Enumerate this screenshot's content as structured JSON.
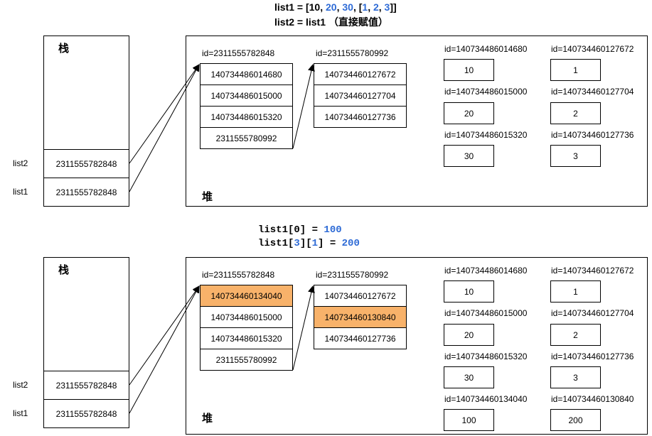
{
  "diagram1": {
    "title_line1": {
      "prefix": "list1 = [",
      "n1": "10",
      "sep1": ", ",
      "n2": "20",
      "sep2": ", ",
      "n3": "30",
      "sep3": ", [",
      "m1": "1",
      "sep4": ", ",
      "m2": "2",
      "sep5": ", ",
      "m3": "3",
      "suffix": "]]"
    },
    "title_line2": "list2 = list1 （直接赋值）",
    "stack_label": "栈",
    "heap_label": "堆",
    "stack_rows": [
      {
        "name": "list2",
        "value": "2311555782848"
      },
      {
        "name": "list1",
        "value": "2311555782848"
      }
    ],
    "list_outer": {
      "id": "id=2311555782848",
      "cells": [
        "140734486014680",
        "140734486015000",
        "140734486015320",
        "2311555780992"
      ]
    },
    "list_inner": {
      "id": "id=2311555780992",
      "cells": [
        "140734460127672",
        "140734460127704",
        "140734460127736"
      ]
    },
    "objects": [
      {
        "id": "id=140734486014680",
        "value": "10"
      },
      {
        "id": "id=140734460127672",
        "value": "1"
      },
      {
        "id": "id=140734486015000",
        "value": "20"
      },
      {
        "id": "id=140734460127704",
        "value": "2"
      },
      {
        "id": "id=140734486015320",
        "value": "30"
      },
      {
        "id": "id=140734460127736",
        "value": "3"
      }
    ]
  },
  "diagram2": {
    "code_line1": {
      "prefix": "list1[0] = ",
      "value": "100"
    },
    "code_line2": {
      "prefix": "list1[",
      "idx1": "3",
      "mid": "][",
      "idx2": "1",
      "suffix": "] = ",
      "value": "200"
    },
    "stack_label": "栈",
    "heap_label": "堆",
    "stack_rows": [
      {
        "name": "list2",
        "value": "2311555782848"
      },
      {
        "name": "list1",
        "value": "2311555782848"
      }
    ],
    "list_outer": {
      "id": "id=2311555782848",
      "cells": [
        "140734460134040",
        "140734486015000",
        "140734486015320",
        "2311555780992"
      ]
    },
    "list_inner": {
      "id": "id=2311555780992",
      "cells": [
        "140734460127672",
        "140734460130840",
        "140734460127736"
      ]
    },
    "objects": [
      {
        "id": "id=140734486014680",
        "value": "10"
      },
      {
        "id": "id=140734460127672",
        "value": "1"
      },
      {
        "id": "id=140734486015000",
        "value": "20"
      },
      {
        "id": "id=140734460127704",
        "value": "2"
      },
      {
        "id": "id=140734486015320",
        "value": "30"
      },
      {
        "id": "id=140734460127736",
        "value": "3"
      },
      {
        "id": "id=140734460134040",
        "value": "100"
      },
      {
        "id": "id=140734460130840",
        "value": "200"
      }
    ]
  },
  "colors": {
    "highlight": "#f8b26a",
    "number_blue": "#2e6bd6"
  }
}
